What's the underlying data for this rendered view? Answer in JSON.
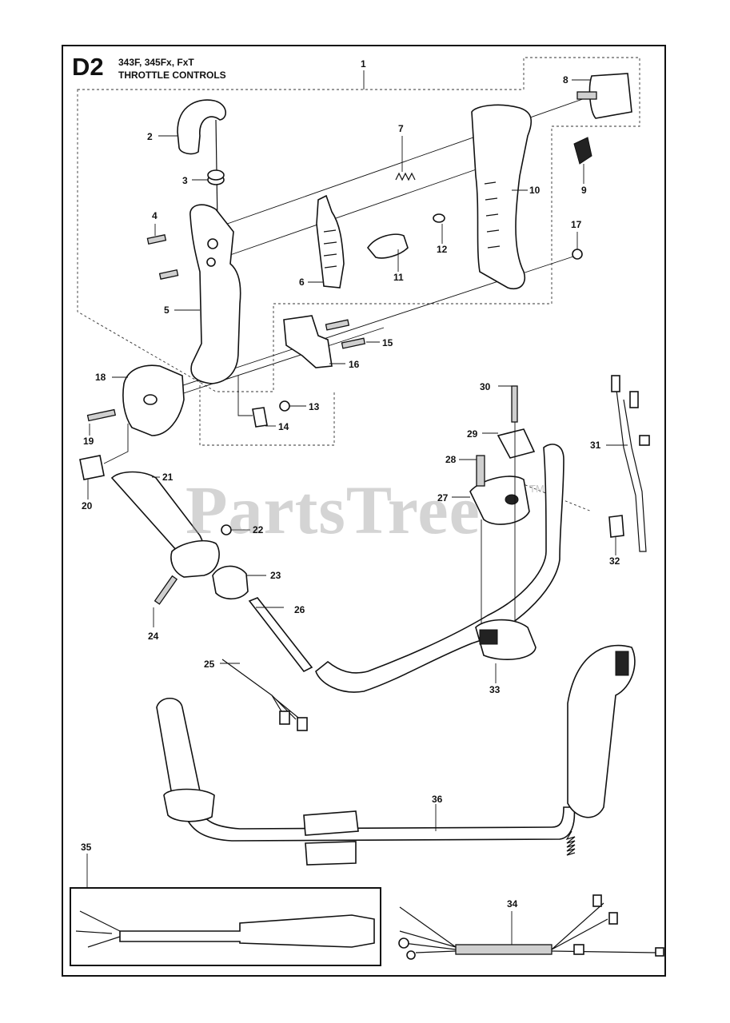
{
  "header": {
    "section_id": "D2",
    "models": "343F, 345Fx, FxT",
    "title": "THROTTLE CONTROLS"
  },
  "watermark": {
    "text": "PartsTree",
    "tm": "TM"
  },
  "callouts": [
    "1",
    "2",
    "3",
    "4",
    "5",
    "6",
    "7",
    "8",
    "9",
    "10",
    "11",
    "12",
    "13",
    "14",
    "15",
    "16",
    "17",
    "18",
    "19",
    "20",
    "21",
    "22",
    "23",
    "24",
    "25",
    "26",
    "27",
    "28",
    "29",
    "30",
    "31",
    "32",
    "33",
    "34",
    "35",
    "36"
  ]
}
